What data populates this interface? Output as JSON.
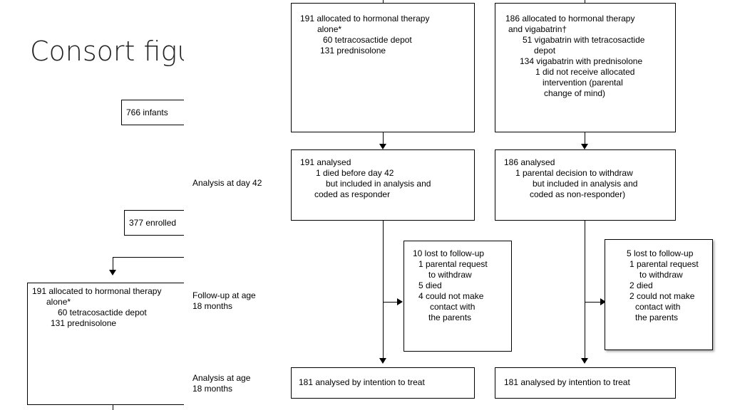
{
  "slide": {
    "title": "Consort figure"
  },
  "background_left": {
    "top_box": "766 infants",
    "enrolled_box": "377 enrolled",
    "left_box": [
      "191 allocated to hormonal therapy",
      "alone*",
      "60 tetracosactide depot",
      "131 prednisolone"
    ]
  },
  "labels": {
    "analysis_day42": "Analysis at day 42",
    "followup_1": "Follow-up at age",
    "followup_2": "18 months",
    "analysis_age_1": "Analysis at age",
    "analysis_age_2": "18 months"
  },
  "left_column": {
    "allocated": [
      "191 allocated to hormonal therapy",
      "alone*",
      "60 tetracosactide depot",
      "131 prednisolone"
    ],
    "analysed": [
      "191 analysed",
      "1 died before day 42",
      "but included in analysis and",
      "coded as responder"
    ],
    "lost": [
      "10 lost to follow-up",
      "1 parental request",
      "to withdraw",
      "5 died",
      "4 could not make",
      "contact with",
      "the parents"
    ],
    "final": "181 analysed by intention to treat"
  },
  "right_column": {
    "allocated": [
      "186 allocated to hormonal therapy",
      "and vigabatrin†",
      "51 vigabatrin with tetracosactide",
      "depot",
      "134 vigabatrin with prednisolone",
      "1 did not receive allocated",
      "intervention (parental",
      "change of mind)"
    ],
    "analysed": [
      "186 analysed",
      "1 parental decision to withdraw",
      "but included in analysis and",
      "coded as non-responder)"
    ],
    "lost": [
      "5 lost to follow-up",
      "1 parental request",
      "to withdraw",
      "2 died",
      "2 could not make",
      "contact with",
      "the parents"
    ],
    "final": "181 analysed by intention to treat"
  }
}
